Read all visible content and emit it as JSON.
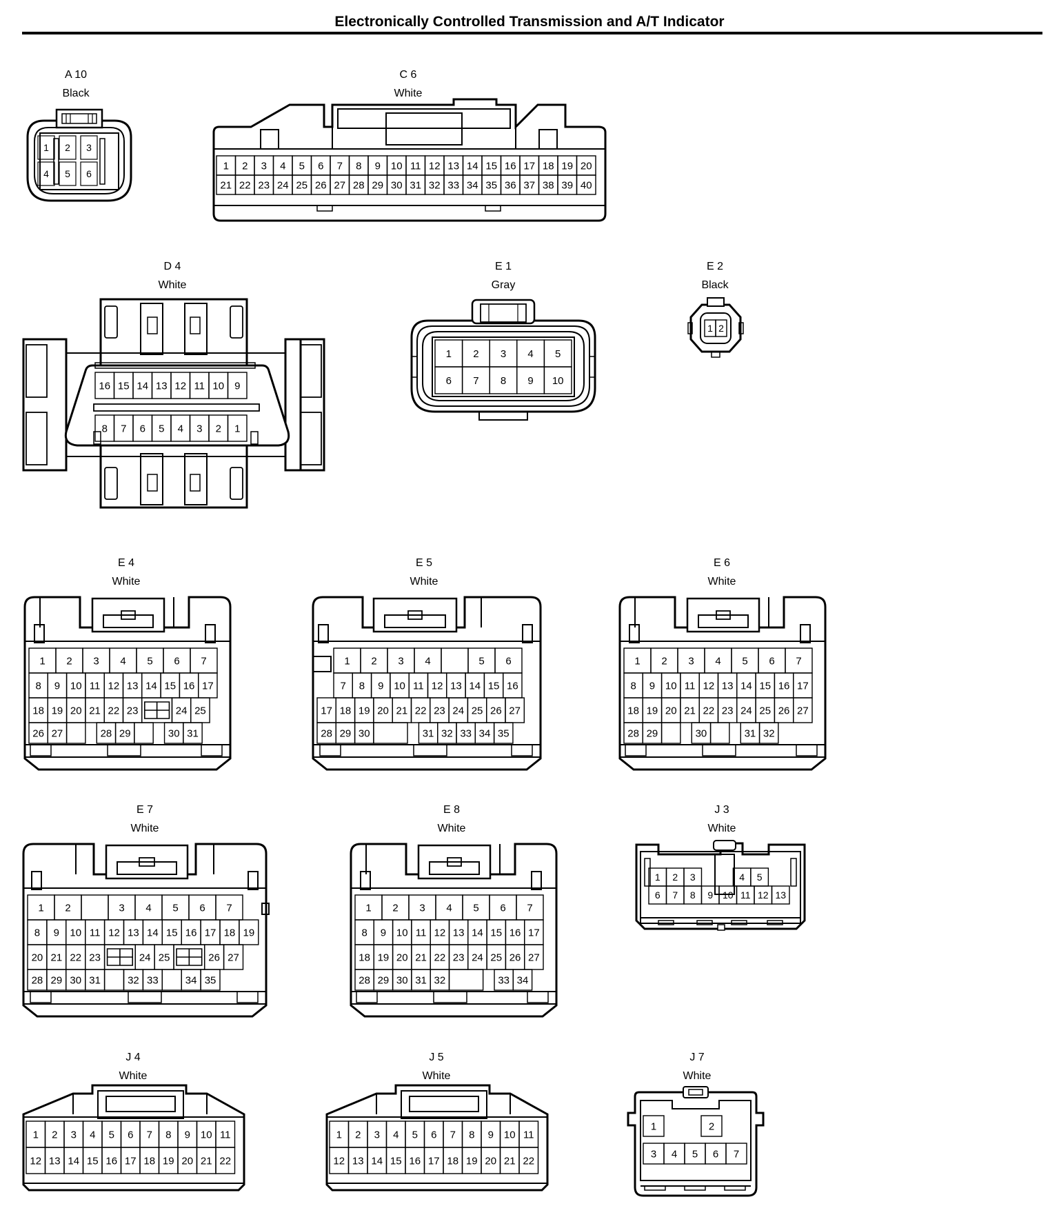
{
  "title": "Electronically Controlled Transmission and A/T Indicator",
  "connectors": {
    "A10": {
      "id": "A 10",
      "color": "Black"
    },
    "C6": {
      "id": "C 6",
      "color": "White"
    },
    "D4": {
      "id": "D 4",
      "color": "White"
    },
    "E1": {
      "id": "E 1",
      "color": "Gray"
    },
    "E2": {
      "id": "E 2",
      "color": "Black"
    },
    "E4": {
      "id": "E 4",
      "color": "White"
    },
    "E5": {
      "id": "E 5",
      "color": "White"
    },
    "E6": {
      "id": "E 6",
      "color": "White"
    },
    "E7": {
      "id": "E 7",
      "color": "White"
    },
    "E8": {
      "id": "E 8",
      "color": "White"
    },
    "J3": {
      "id": "J 3",
      "color": "White"
    },
    "J4": {
      "id": "J 4",
      "color": "White"
    },
    "J5": {
      "id": "J 5",
      "color": "White"
    },
    "J7": {
      "id": "J 7",
      "color": "White"
    }
  },
  "pin_rows": {
    "A10": [
      [
        "1",
        "2",
        "3"
      ],
      [
        "4",
        "5",
        "6"
      ]
    ],
    "C6": [
      [
        "1",
        "2",
        "3",
        "4",
        "5",
        "6",
        "7",
        "8",
        "9",
        "10",
        "11",
        "12",
        "13",
        "14",
        "15",
        "16",
        "17",
        "18",
        "19",
        "20"
      ],
      [
        "21",
        "22",
        "23",
        "24",
        "25",
        "26",
        "27",
        "28",
        "29",
        "30",
        "31",
        "32",
        "33",
        "34",
        "35",
        "36",
        "37",
        "38",
        "39",
        "40"
      ]
    ],
    "D4": [
      [
        "16",
        "15",
        "14",
        "13",
        "12",
        "11",
        "10",
        "9"
      ],
      [
        "8",
        "7",
        "6",
        "5",
        "4",
        "3",
        "2",
        "1"
      ]
    ],
    "E1": [
      [
        "1",
        "2",
        "3",
        "4",
        "5"
      ],
      [
        "6",
        "7",
        "8",
        "9",
        "10"
      ]
    ],
    "E2": [
      [
        "1",
        "2"
      ]
    ],
    "E4": [
      [
        "1",
        "2",
        "3",
        "4",
        "5",
        "6",
        "7"
      ],
      [
        "8",
        "9",
        "10",
        "11",
        "12",
        "13",
        "14",
        "15",
        "16",
        "17"
      ],
      [
        "18",
        "19",
        "20",
        "21",
        "22",
        "23",
        "24",
        "25"
      ],
      [
        "26",
        "27",
        "28",
        "29",
        "30",
        "31"
      ]
    ],
    "E5": [
      [
        "1",
        "2",
        "3",
        "4",
        "5",
        "6"
      ],
      [
        "7",
        "8",
        "9",
        "10",
        "11",
        "12",
        "13",
        "14",
        "15",
        "16"
      ],
      [
        "17",
        "18",
        "19",
        "20",
        "21",
        "22",
        "23",
        "24",
        "25",
        "26",
        "27"
      ],
      [
        "28",
        "29",
        "30",
        "31",
        "32",
        "33",
        "34",
        "35"
      ]
    ],
    "E6": [
      [
        "1",
        "2",
        "3",
        "4",
        "5",
        "6",
        "7"
      ],
      [
        "8",
        "9",
        "10",
        "11",
        "12",
        "13",
        "14",
        "15",
        "16",
        "17"
      ],
      [
        "18",
        "19",
        "20",
        "21",
        "22",
        "23",
        "24",
        "25",
        "26",
        "27"
      ],
      [
        "28",
        "29",
        "30",
        "31",
        "32"
      ]
    ],
    "E7": [
      [
        "1",
        "2",
        "3",
        "4",
        "5",
        "6",
        "7"
      ],
      [
        "8",
        "9",
        "10",
        "11",
        "12",
        "13",
        "14",
        "15",
        "16",
        "17",
        "18",
        "19"
      ],
      [
        "20",
        "21",
        "22",
        "23",
        "24",
        "25",
        "26",
        "27"
      ],
      [
        "28",
        "29",
        "30",
        "31",
        "32",
        "33",
        "34",
        "35"
      ]
    ],
    "E8": [
      [
        "1",
        "2",
        "3",
        "4",
        "5",
        "6",
        "7"
      ],
      [
        "8",
        "9",
        "10",
        "11",
        "12",
        "13",
        "14",
        "15",
        "16",
        "17"
      ],
      [
        "18",
        "19",
        "20",
        "21",
        "22",
        "23",
        "24",
        "25",
        "26",
        "27"
      ],
      [
        "28",
        "29",
        "30",
        "31",
        "32",
        "33",
        "34"
      ]
    ],
    "J3": [
      [
        "1",
        "2",
        "3",
        "4",
        "5"
      ],
      [
        "6",
        "7",
        "8",
        "9",
        "10",
        "11",
        "12",
        "13"
      ]
    ],
    "J4": [
      [
        "1",
        "2",
        "3",
        "4",
        "5",
        "6",
        "7",
        "8",
        "9",
        "10",
        "11"
      ],
      [
        "12",
        "13",
        "14",
        "15",
        "16",
        "17",
        "18",
        "19",
        "20",
        "21",
        "22"
      ]
    ],
    "J5": [
      [
        "1",
        "2",
        "3",
        "4",
        "5",
        "6",
        "7",
        "8",
        "9",
        "10",
        "11"
      ],
      [
        "12",
        "13",
        "14",
        "15",
        "16",
        "17",
        "18",
        "19",
        "20",
        "21",
        "22"
      ]
    ],
    "J7": [
      [
        "1",
        "2"
      ],
      [
        "3",
        "4",
        "5",
        "6",
        "7"
      ]
    ]
  }
}
